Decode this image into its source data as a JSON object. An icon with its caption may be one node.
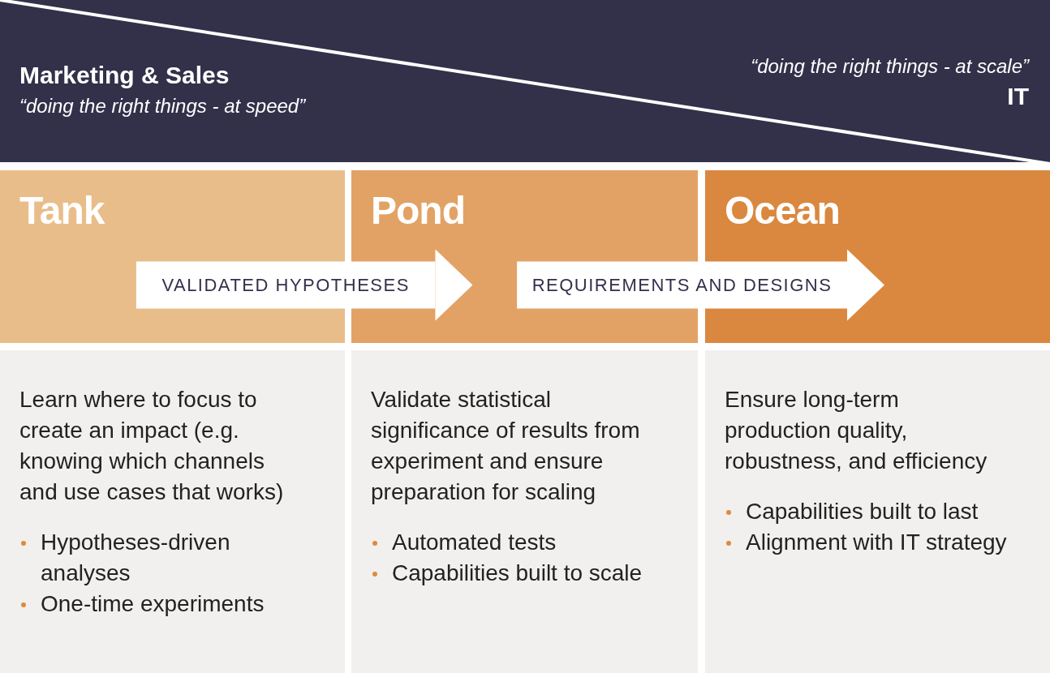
{
  "diagram": {
    "nodes": [
      {
        "text": [
          "Tank"
        ]
      },
      {
        "text": [
          "Pond"
        ]
      },
      {
        "text": [
          "Ocean"
        ]
      },
      {
        "text": [
          "Learn where to focus to create an impact (e.g. knowing which channels and use cases that works)",
          "Hypotheses-driven analyses",
          "One-time experiments"
        ]
      },
      {
        "text": [
          "Validate statistical significance of results from experiment and ensure preparation for scaling",
          "Automated tests",
          "Capabilities built to scale"
        ]
      },
      {
        "text": [
          "Ensure long-term production quality, robustness, and efficiency",
          "Capabilities built to last",
          "Alignment with IT strategy"
        ]
      }
    ],
    "edges": [
      {
        "from": 0,
        "to": 1,
        "arrow": "to",
        "label": "VALIDATED HYPOTHESES"
      },
      {
        "from": 1,
        "to": 2,
        "arrow": "to",
        "label": "REQUIREMENTS AND DESIGNS"
      }
    ],
    "labels": [
      "Marketing & Sales",
      "“doing the right things - at speed”",
      "“doing the right things - at scale”",
      "IT"
    ]
  }
}
